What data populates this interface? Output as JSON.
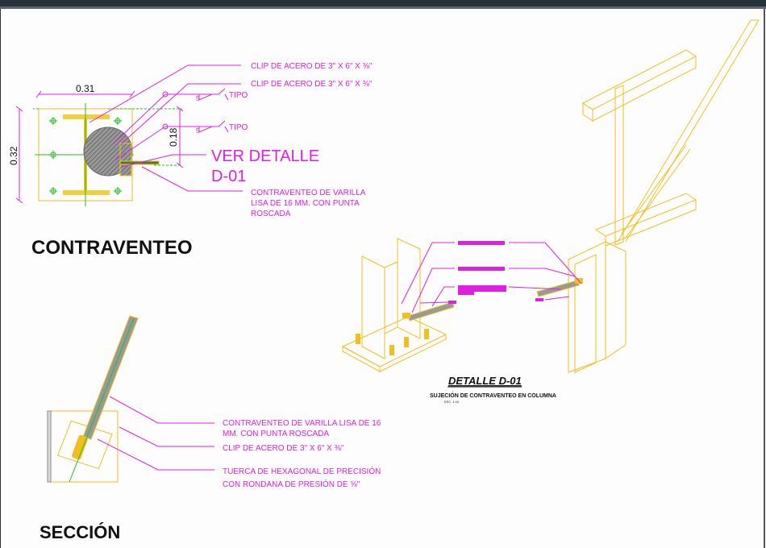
{
  "colors": {
    "annotation": "#e020e0",
    "steel": "#f0c020",
    "centerline": "#22c022",
    "title": "#111111"
  },
  "plan": {
    "title": "CONTRAVENTEO",
    "dim_width": "0.31",
    "dim_height": "0.32",
    "dim_offset": "0.18",
    "label_clip_1": "CLIP DE ACERO DE 3\" X 6\" X ⅜\"",
    "label_clip_2": "CLIP DE ACERO DE 3\" X 6\" X ⅜\"",
    "weld_size_1": "5",
    "weld_type_1": "TIPO",
    "weld_size_2": "5",
    "weld_type_2": "TIPO",
    "ref_line1": "VER DETALLE",
    "ref_line2": "D-01",
    "rod_line1": "CONTRAVENTEO DE VARILLA",
    "rod_line2": "LISA DE 16 MM. CON PUNTA",
    "rod_line3": "ROSCADA"
  },
  "section": {
    "title": "SECCIÓN",
    "rod_line1": "CONTRAVENTEO DE VARILLA LISA DE 16",
    "rod_line2": "MM. CON PUNTA ROSCADA",
    "clip": "CLIP DE ACERO DE 3\" X 6\" X ⅜\"",
    "nut_line1": "TUERCA DE HEXAGONAL DE PRECISIÓN",
    "nut_line2": "CON RONDANA DE  PRESIÓN DE ⅝\""
  },
  "detail": {
    "title": "DETALLE D-01",
    "subtitle": "SUJECIÓN DE CONTRAVENTEO EN COLUMNA",
    "scale": "ESC. 1:10"
  }
}
